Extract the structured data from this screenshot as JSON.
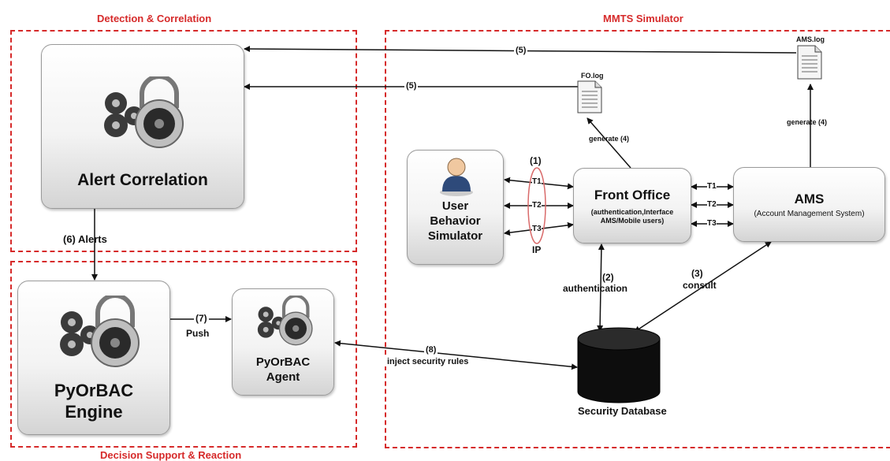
{
  "regions": {
    "detection": "Detection & Correlation",
    "mmts": "MMTS Simulator",
    "decision": "Decision Support & Reaction"
  },
  "components": {
    "alert_correlation": "Alert Correlation",
    "pyorbac_engine_line1": "PyOrBAC",
    "pyorbac_engine_line2": "Engine",
    "pyorbac_agent_line1": "PyOrBAC",
    "pyorbac_agent_line2": "Agent",
    "user_sim_line1": "User",
    "user_sim_line2": "Behavior",
    "user_sim_line3": "Simulator",
    "front_office_title": "Front Office",
    "front_office_sub1": "(authentication,Interface",
    "front_office_sub2": "AMS/Mobile users)",
    "ams_title": "AMS",
    "ams_sub": "(Account Management System)",
    "security_db": "Security Database"
  },
  "files": {
    "fo_log": "FO.log",
    "ams_log": "AMS.log"
  },
  "labels": {
    "step5_top": "(5)",
    "step5_mid": "(5)",
    "generate_fo": "generate (4)",
    "generate_ams": "generate (4)",
    "step1": "(1)",
    "ip": "IP",
    "t1_left": "T1",
    "t2_left": "T2",
    "t3_left": "T3",
    "t1_right": "T1",
    "t2_right": "T2",
    "t3_right": "T3",
    "step2": "(2)",
    "authentication": "authentication",
    "step3": "(3)",
    "consult": "consult",
    "alerts": "(6) Alerts",
    "step7": "(7)",
    "push": "Push",
    "step8": "(8)",
    "inject": "inject security rules"
  },
  "colors": {
    "region_border": "#d62a2a",
    "region_title": "#d62a2a",
    "arrow": "#111111"
  }
}
